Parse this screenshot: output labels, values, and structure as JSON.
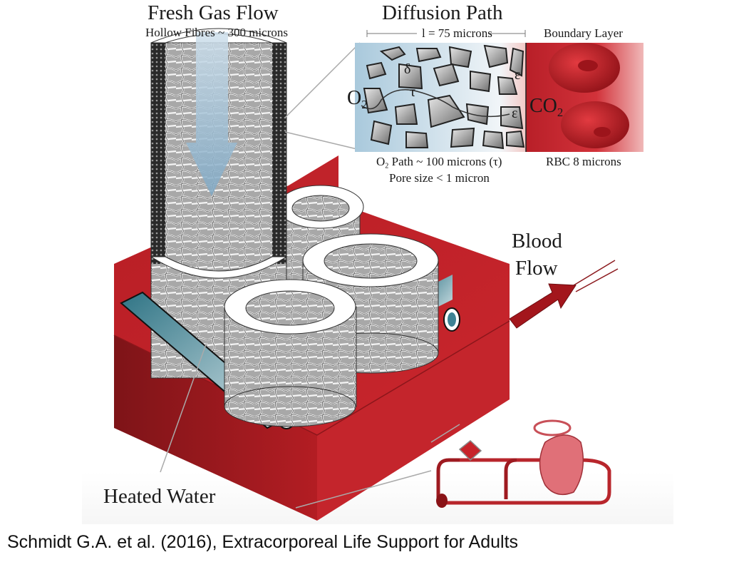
{
  "figure": {
    "left_panel": {
      "title": "Fresh Gas Flow",
      "subtitle": "Hollow Fibres ~ 300 microns",
      "heated_water_label": "Heated Water"
    },
    "diffusion_panel": {
      "title": "Diffusion Path",
      "length_label": "l = 75 microns",
      "boundary_label": "Boundary Layer",
      "o2_label": "O",
      "o2_sub": "2",
      "co2_label": "CO",
      "co2_sub": "2",
      "delta_symbol": "δ",
      "tau_symbol": "τ",
      "epsilon_symbol": "ε",
      "path_label_prefix": "O",
      "path_label_sub": "2",
      "path_label_rest": " Path ~ 100 microns (τ)",
      "pore_label": "Pore size < 1 micron",
      "rbc_label": "RBC 8 microns"
    },
    "blood_flow": {
      "line1": "Blood",
      "line2": "Flow"
    },
    "colors": {
      "red_base": "#b31d23",
      "red_dark": "#7e1418",
      "blue_tube": "#5e98a6",
      "grey_fibre": "#9a9a9a",
      "blood_bg": "#c8232c"
    }
  },
  "caption": "Schmidt G.A. et al. (2016), Extracorporeal Life Support for Adults"
}
